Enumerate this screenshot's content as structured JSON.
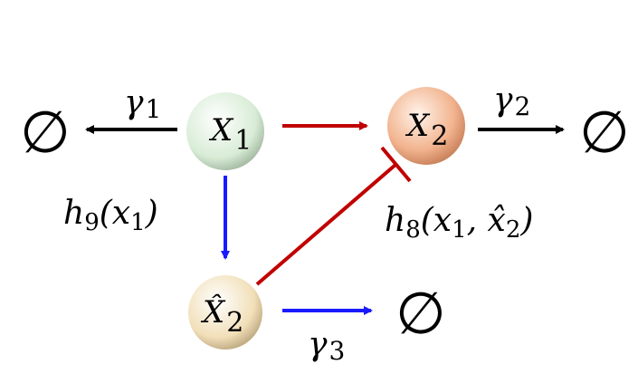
{
  "nodes": {
    "x1": {
      "letter": "X",
      "sub": "1",
      "fill": "#d8ecd6"
    },
    "x2": {
      "letter": "X",
      "sub": "2",
      "fill": "#f2b48f"
    },
    "x2hat": {
      "letter": "X̂",
      "sub": "2",
      "fill": "#f1dfb8"
    }
  },
  "labels": {
    "gamma1": {
      "sym": "γ",
      "sub": "1"
    },
    "gamma2": {
      "sym": "γ",
      "sub": "2"
    },
    "gamma3": {
      "sym": "γ",
      "sub": "3"
    },
    "h9": {
      "head": "h",
      "sub": "9",
      "tail": "(x",
      "tailsub": "1",
      "close": ")"
    },
    "h8": {
      "head": "h",
      "sub": "8",
      "tail": "(x",
      "tailsub": "1",
      "mid": ", x̂",
      "midsub": "2",
      "close": ")"
    }
  },
  "empty_set": "∅",
  "colors": {
    "black": "#000000",
    "red": "#c00000",
    "blue": "#1a1aff"
  }
}
